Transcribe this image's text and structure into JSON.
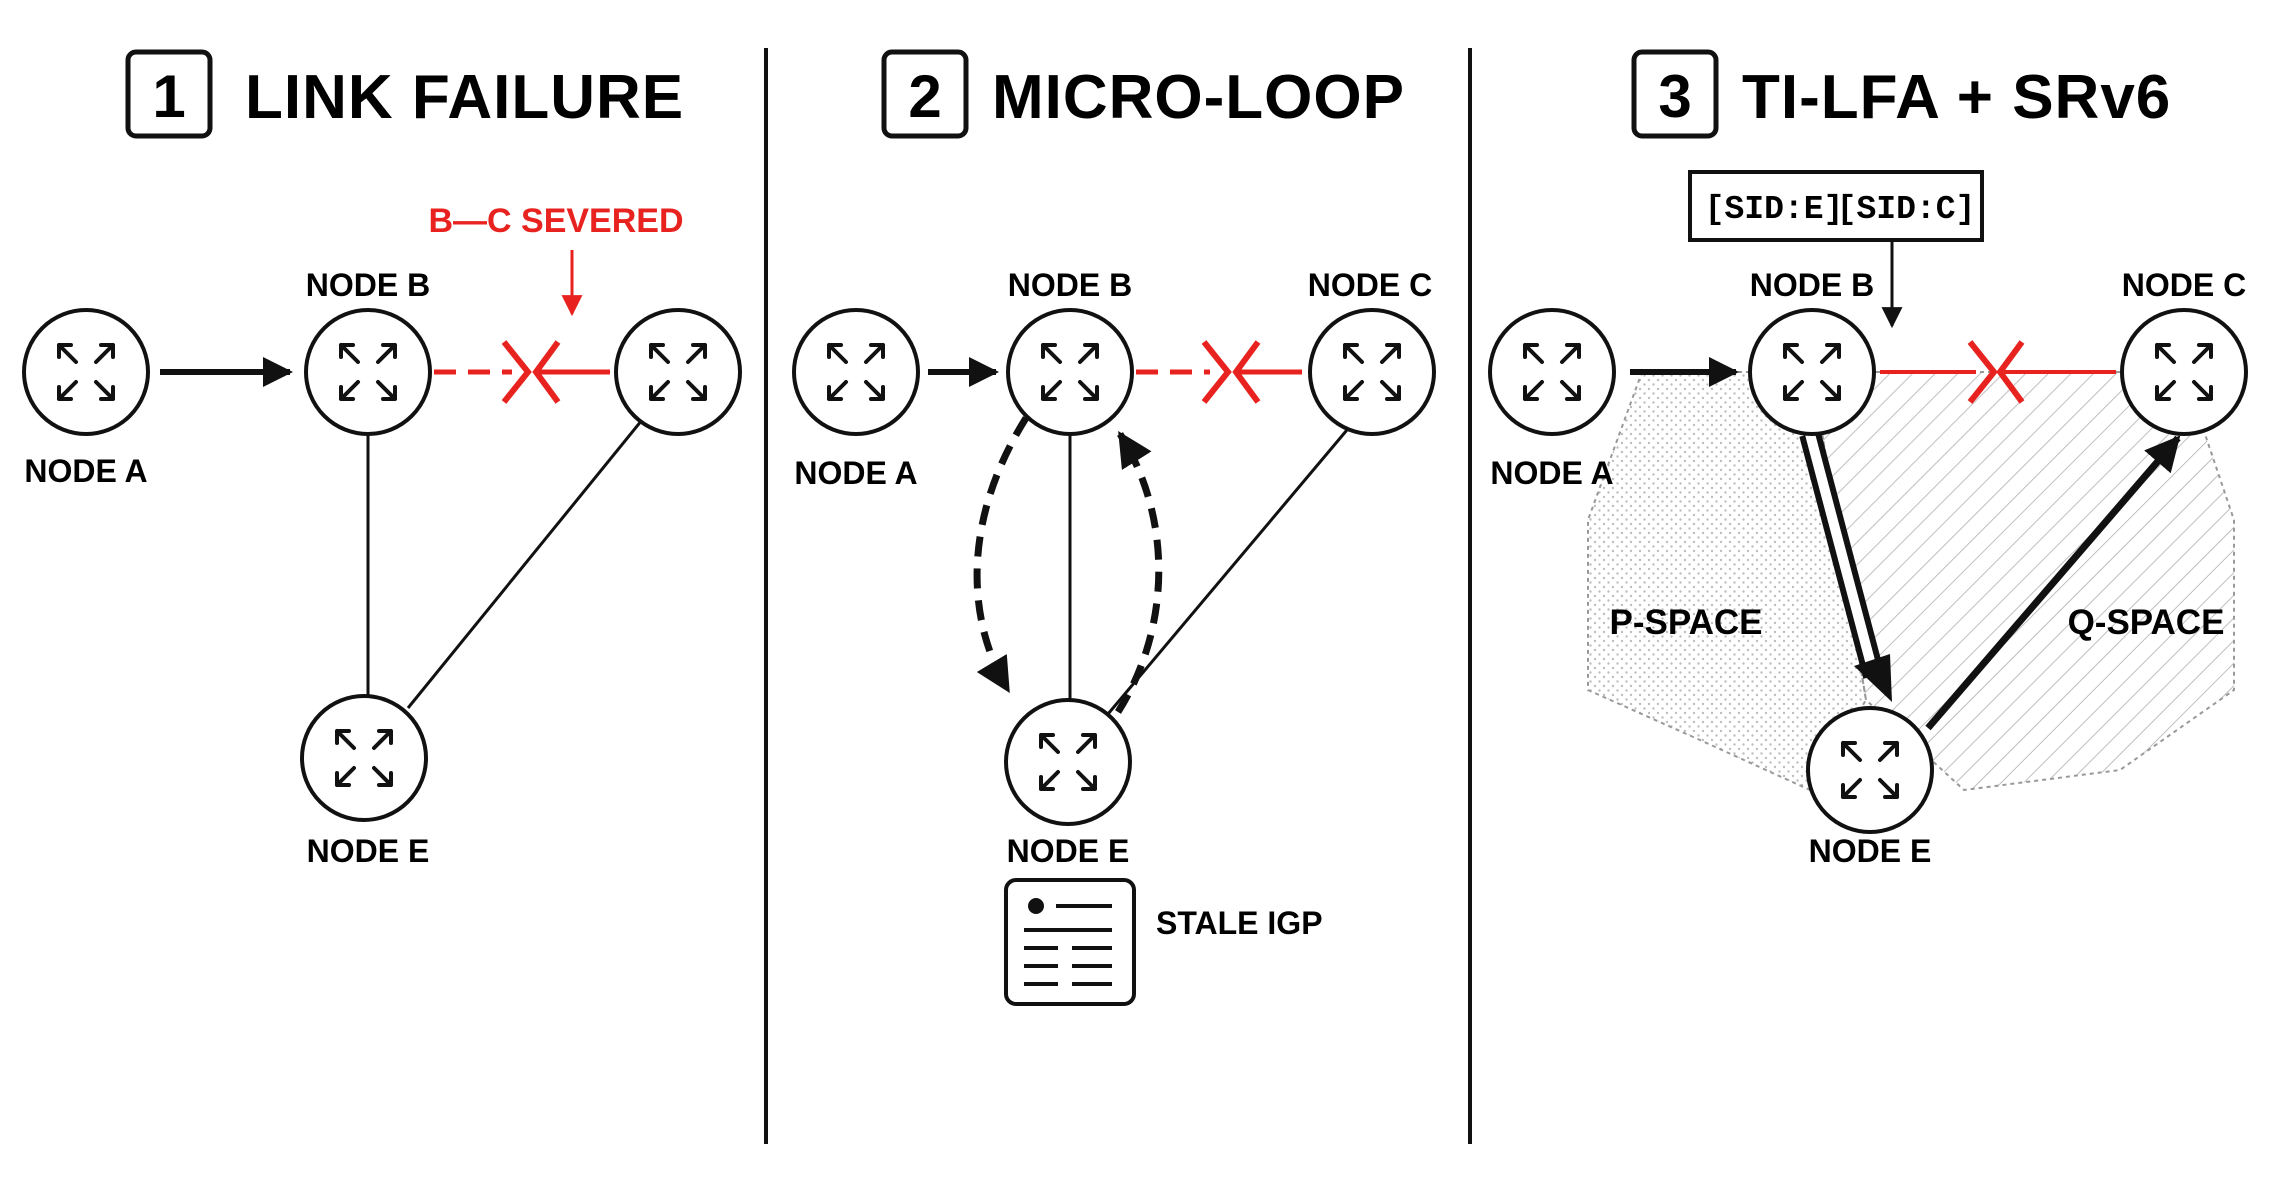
{
  "panels": [
    {
      "number": "1",
      "title": "LINK FAILURE",
      "annotation": "B—C SEVERED",
      "nodes": {
        "a": "NODE A",
        "b": "NODE B",
        "e": "NODE E"
      }
    },
    {
      "number": "2",
      "title": "MICRO-LOOP",
      "note": "STALE IGP",
      "nodes": {
        "a": "NODE A",
        "b": "NODE B",
        "c": "NODE C",
        "e": "NODE E"
      }
    },
    {
      "number": "3",
      "title": "TI-LFA + SRv6",
      "sid_stack": [
        "[SID:E]",
        "[SID:C]"
      ],
      "p_space": "P-SPACE",
      "q_space": "Q-SPACE",
      "nodes": {
        "a": "NODE A",
        "b": "NODE B",
        "c": "NODE C",
        "e": "NODE E"
      }
    }
  ],
  "icons": [
    "router-icon",
    "document-icon"
  ],
  "colors": {
    "ink": "#111111",
    "failure": "#e8231f",
    "p_space_fill": "#d8d8d8",
    "q_space_hatch": "#bfbfbf"
  }
}
